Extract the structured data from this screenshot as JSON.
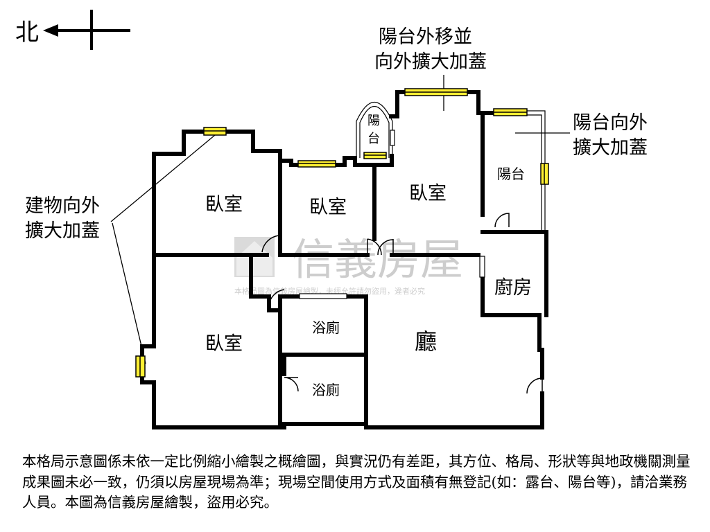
{
  "compass": {
    "label": "北"
  },
  "annotations": {
    "balcony_move": [
      "陽台外移並",
      "向外擴大加蓋"
    ],
    "balcony_expand": [
      "陽台向外",
      "擴大加蓋"
    ],
    "building_expand": [
      "建物向外",
      "擴大加蓋"
    ]
  },
  "rooms": {
    "bedroom_nw": "臥室",
    "bedroom_mid": "臥室",
    "bedroom_ne": "臥室",
    "bedroom_sw": "臥室",
    "bath_1": "浴廁",
    "bath_2": "浴廁",
    "living": "廳",
    "kitchen": "廚房",
    "balcony_small": [
      "陽",
      "台"
    ],
    "balcony_east": "陽台"
  },
  "watermark": {
    "brand": "信義房屋",
    "notice": "本格局圖為信義房屋繪製，未經允許請勿盜用，違者必究"
  },
  "note": "本格局示意圖係未依一定比例縮小繪製之概繪圖，與實況仍有差距，其方位、格局、形狀等與地政機關測量成果圖未必一致，仍須以房屋現場為準；現場空間使用方式及面積有無登記(如：露台、陽台等)，請洽業務人員。本圖為信義房屋繪製，盜用必究。",
  "colors": {
    "wall": "#000000",
    "window": "#ffef33",
    "watermark": "#c8c8c8"
  }
}
